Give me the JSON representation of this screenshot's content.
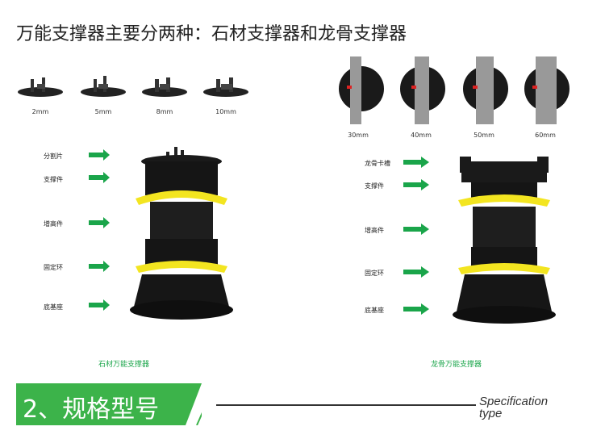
{
  "header": {
    "title": "万能支撑器主要分两种：石材支撑器和龙骨支撑器"
  },
  "stone": {
    "sizes": [
      "2mm",
      "5mm",
      "8mm",
      "10mm"
    ],
    "labels": [
      "分割片",
      "支撑件",
      "增高件",
      "固定环",
      "底基座"
    ],
    "caption": "石材万能支撑器"
  },
  "joist": {
    "sizes": [
      "30mm",
      "40mm",
      "50mm",
      "60mm"
    ],
    "labels": [
      "龙骨卡槽",
      "支撑件",
      "增高件",
      "固定环",
      "底基座"
    ],
    "caption": "龙骨万能支撑器"
  },
  "section": {
    "number_title": "2、规格型号",
    "spec_line1": "Specification",
    "spec_line2": "type"
  },
  "colors": {
    "green": "#1aa54a",
    "yellow": "#f3e520",
    "banner": "#3cb34a",
    "black": "#111111"
  }
}
